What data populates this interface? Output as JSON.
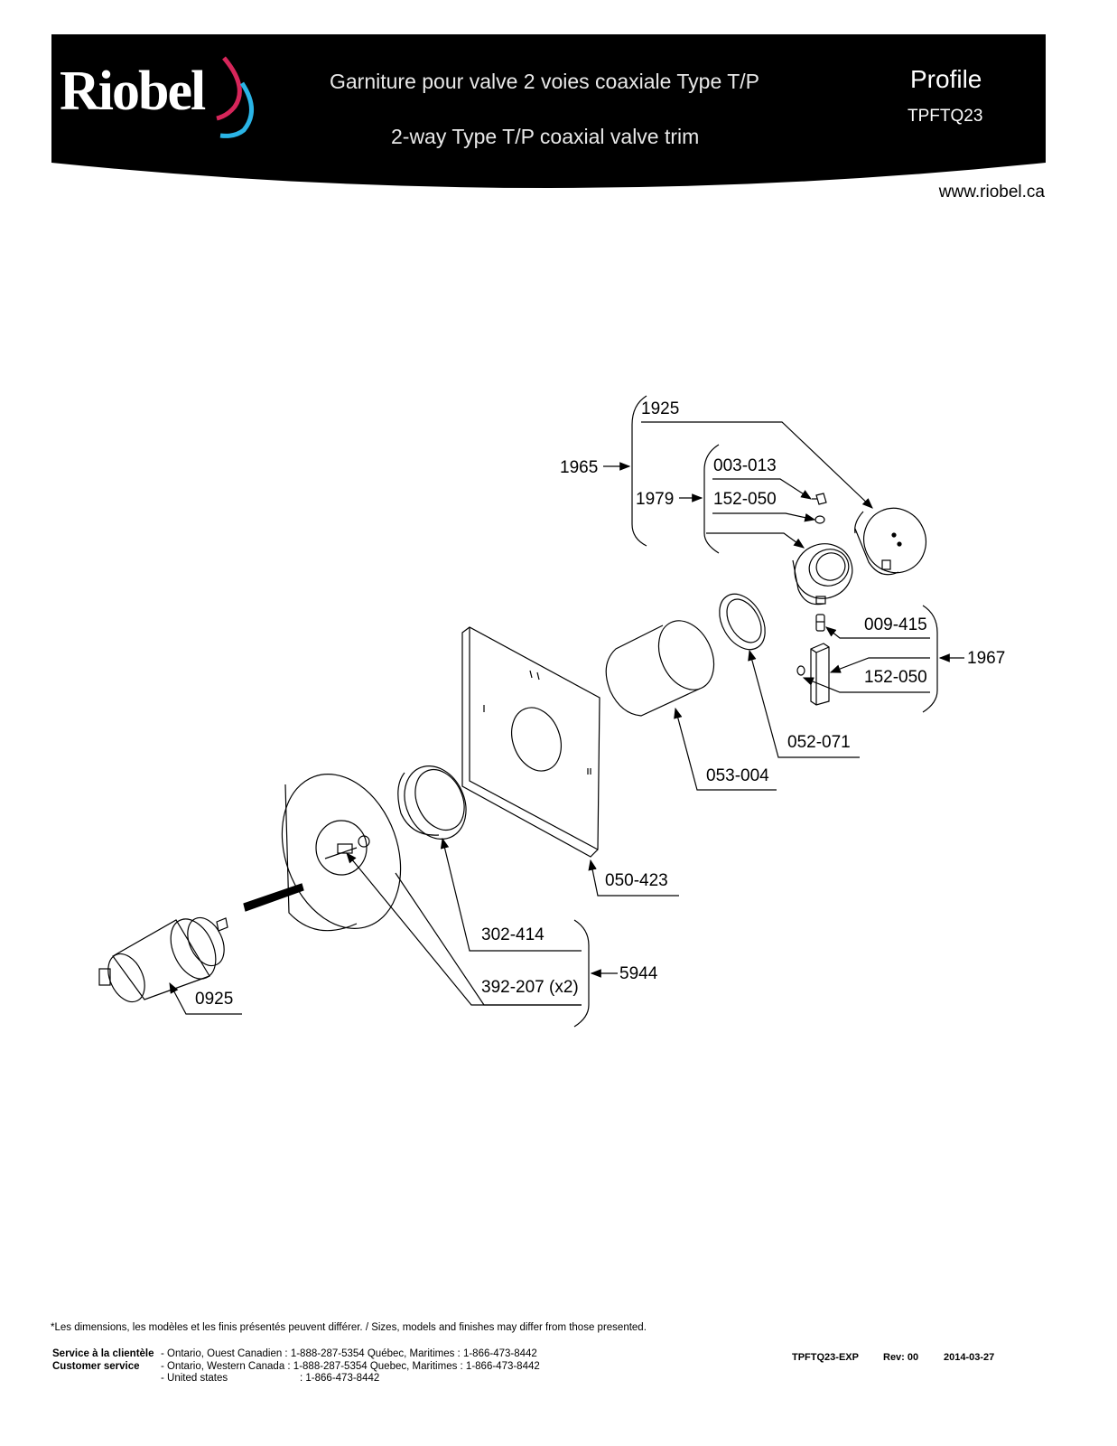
{
  "header": {
    "brand": "Riobel",
    "title_fr": "Garniture pour valve 2 voies coaxiale Type T/P",
    "title_en": "2-way Type T/P coaxial valve trim",
    "series": "Profile",
    "model": "TPFTQ23",
    "website": "www.riobel.ca",
    "colors": {
      "band": "#000000",
      "accent_red": "#d6265a",
      "accent_blue": "#2ab4e6"
    }
  },
  "parts": {
    "p1925": "1925",
    "p1965": "1965",
    "p003013": "003-013",
    "p1979": "1979",
    "p152050_a": "152-050",
    "p009415": "009-415",
    "p1967": "1967",
    "p152050_b": "152-050",
    "p052071": "052-071",
    "p053004": "053-004",
    "p050423": "050-423",
    "p302414": "302-414",
    "p5944": "5944",
    "p392207": "392-207 (x2)",
    "p0925": "0925"
  },
  "footer": {
    "disclaimer": "*Les dimensions, les modèles et les finis présentés peuvent différer. / Sizes, models and finishes may differ from those presented.",
    "service_label_fr": "Service à la clientèle",
    "service_label_en": "Customer service",
    "lines": [
      "- Ontario, Ouest Canadien : 1-888-287-5354  Québec, Maritimes : 1-866-473-8442",
      "- Ontario, Western Canada : 1-888-287-5354  Quebec, Maritimes : 1-866-473-8442",
      "- United states                         : 1-866-473-8442"
    ],
    "doc_code": "TPFTQ23-EXP",
    "revision": "Rev: 00",
    "date": "2014-03-27"
  }
}
